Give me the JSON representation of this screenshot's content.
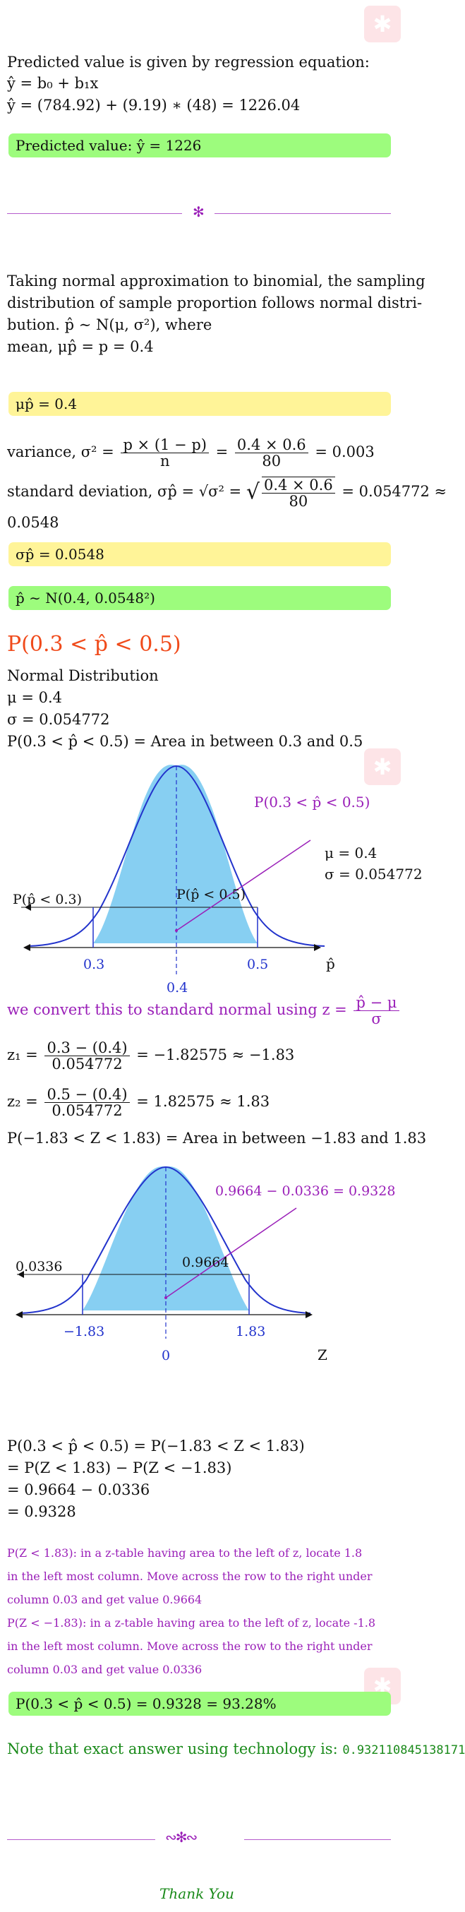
{
  "regression": {
    "intro": "Predicted value is given by regression equation:",
    "eq1": "ŷ = b₀ + b₁x",
    "eq2": "ŷ = (784.92) + (9.19) ∗ (48) = 1226.04",
    "result": "Predicted value: ŷ = 1226"
  },
  "sampling": {
    "p1": "Taking normal approximation to binomial, the sampling",
    "p2": "distribution of sample proportion follows normal distri-",
    "p3": "bution. p̂ ∼ N(μ, σ²), where",
    "p4": "mean, μp̂ = p = 0.4",
    "mean_box": "μp̂ = 0.4",
    "var_prefix": "variance, σ² =",
    "var_num1": "p × (1 − p)",
    "var_den1": "n",
    "var_num2": "0.4 × 0.6",
    "var_den2": "80",
    "var_result": "= 0.003",
    "sd_prefix": "standard deviation, σp̂ = √σ² =",
    "sd_num": "0.4 × 0.6",
    "sd_den": "80",
    "sd_result": "= 0.054772 ≈",
    "sd_cont": "0.0548",
    "sd_box": "σp̂ = 0.0548",
    "dist_box": "p̂ ∼ N(0.4, 0.0548²)"
  },
  "problem": {
    "heading": "P(0.3 < p̂ < 0.5)",
    "l1": "Normal Distribution",
    "l2": "μ = 0.4",
    "l3": "σ = 0.054772",
    "l4": "P(0.3 < p̂ < 0.5) = Area in between 0.3 and 0.5"
  },
  "graph1": {
    "callout": "P(0.3 < p̂ < 0.5)",
    "mu": "μ = 0.4",
    "sigma": "σ = 0.054772",
    "left_label": "P(p̂ < 0.3)",
    "right_label": "P(p̂ < 0.5)",
    "tick_left": "0.3",
    "tick_mid": "0.4",
    "tick_right": "0.5",
    "axis": "p̂"
  },
  "standardize": {
    "text": "we convert this to standard normal using",
    "z_lhs": "z =",
    "z_num": "p̂ − μ",
    "z_den": "σ",
    "z1_lhs": "z₁ =",
    "z1_num": "0.3 − (0.4)",
    "z1_den": "0.054772",
    "z1_res": "= −1.82575 ≈ −1.83",
    "z2_lhs": "z₂ =",
    "z2_num": "0.5 − (0.4)",
    "z2_den": "0.054772",
    "z2_res": "= 1.82575 ≈ 1.83",
    "area": "P(−1.83 < Z < 1.83) = Area in between −1.83 and 1.83"
  },
  "graph2": {
    "callout": "0.9664 − 0.0336 = 0.9328",
    "left_label": "0.0336",
    "right_label": "0.9664",
    "tick_left": "−1.83",
    "tick_mid": "0",
    "tick_right": "1.83",
    "axis": "Z"
  },
  "calc": {
    "l1": "P(0.3 < p̂ < 0.5) = P(−1.83 < Z < 1.83)",
    "l2": "= P(Z < 1.83) − P(Z < −1.83)",
    "l3": "= 0.9664 − 0.0336",
    "l4": "= 0.9328"
  },
  "notes": {
    "n1a": "P(Z < 1.83): in a z-table having area to the left of z, locate 1.8",
    "n1b": "in the left most column. Move across the row to the right under",
    "n1c": "column 0.03 and get value 0.9664",
    "n2a": "P(Z < −1.83): in a z-table having area to the left of z, locate -1.8",
    "n2b": "in the left most column. Move across the row to the right under",
    "n2c": "column 0.03 and get value 0.0336"
  },
  "final": {
    "answer": "P(0.3 < p̂ < 0.5) = 0.9328 = 93.28%",
    "note_text": "Note that exact answer using technology is:",
    "note_value": "0.932110845138171",
    "thanks": "Thank You"
  },
  "colors": {
    "green_box": "#9dfc7d",
    "yellow_box": "#fff498",
    "accent_purple": "#9a1fb8",
    "heading_orange": "#f04a1a",
    "curve_fill": "#87cff2",
    "curve_blue": "#2233cc"
  }
}
